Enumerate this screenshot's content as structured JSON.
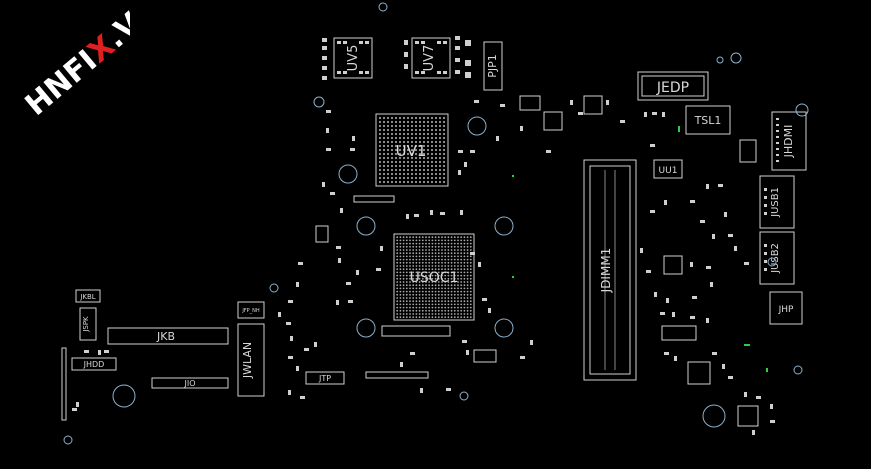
{
  "components": {
    "JEDP": "JEDP",
    "UV5": "UV5",
    "UV7": "UV7",
    "PJP1": "PJP1",
    "UV1": "UV1",
    "TSL1": "TSL1",
    "JHDMI": "JHDMI",
    "UU1": "UU1",
    "JUSB1": "JUSB1",
    "JUSB2": "JUSB2",
    "JDIMM1": "JDIMM1",
    "USOC1": "USOC1",
    "JHP": "JHP",
    "JKBL": "JKBL",
    "JSPK": "JSPK",
    "JKB": "JKB",
    "JHDD": "JHDD",
    "JIO": "JIO",
    "JFP_NH": "JFP_NH",
    "JWLAN": "JWLAN",
    "JTP": "JTP"
  },
  "watermark": {
    "text_prefix": "HNFI",
    "text_x": "X",
    "text_suffix": ".VN",
    "accent_color": "#e02020",
    "text_color": "#ffffff"
  }
}
